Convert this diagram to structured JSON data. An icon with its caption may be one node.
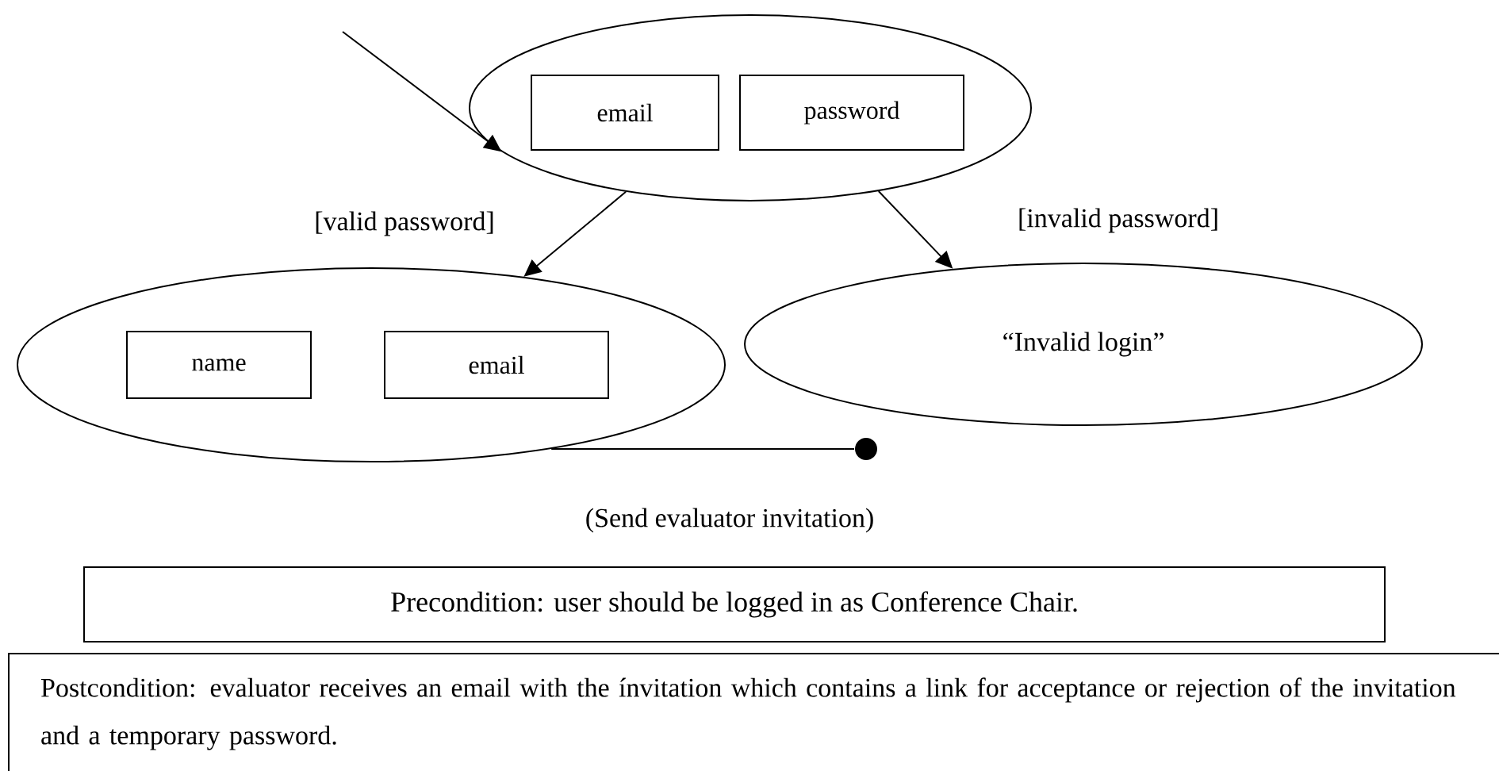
{
  "diagram": {
    "nodes": [
      {
        "text": [],
        "shape": "ellipse"
      },
      {
        "text": [
          "email"
        ],
        "in": 0
      },
      {
        "text": [
          "password"
        ],
        "in": 0
      },
      {
        "text": [],
        "shape": "ellipse"
      },
      {
        "text": [
          "name"
        ],
        "in": 3
      },
      {
        "text": [
          "email"
        ],
        "in": 3
      },
      {
        "text": [
          "“Invalid login”"
        ]
      },
      {
        "text": [],
        "shape": "circle"
      },
      {
        "text": [
          "Precondition: user should be logged in as Conference Chair."
        ]
      },
      {
        "text": [
          "Postcondition: evaluator receives an email with the ínvitation which contains a link for acceptance or rejection of the invitation and a temporary password."
        ]
      }
    ],
    "edges": [
      {
        "from": null,
        "to": 0,
        "arrow": "to"
      },
      {
        "from": 0,
        "to": 3,
        "arrow": "to",
        "label": "[valid password]"
      },
      {
        "from": 0,
        "to": 6,
        "arrow": "to",
        "label": "[invalid password]"
      },
      {
        "from": 3,
        "to": 7,
        "arrow": "none",
        "label": "(Send evaluator invitation)"
      }
    ]
  }
}
